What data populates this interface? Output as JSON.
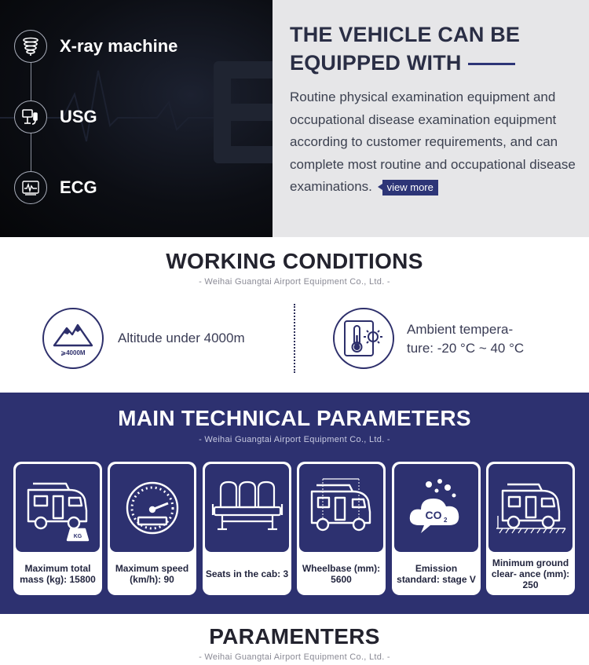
{
  "equipment": {
    "items": [
      {
        "label": "X-ray machine",
        "icon": "x-ray-machine-icon"
      },
      {
        "label": "USG",
        "icon": "ultrasound-icon"
      },
      {
        "label": "ECG",
        "icon": "ecg-monitor-icon"
      }
    ],
    "title": "THE VEHICLE CAN BE EQUIPPED WITH",
    "description": "Routine physical examination  equipment and occupational disease examination equipment according to customer requirements, and can complete most routine and occupational disease examinations.",
    "view_more": "view more"
  },
  "working_conditions": {
    "title": "WORKING CONDITIONS",
    "subtitle": "- Weihai Guangtai Airport Equipment Co., Ltd. -",
    "altitude": {
      "icon_label": "⩾4000M",
      "text": "Altitude under 4000m"
    },
    "temperature": {
      "text_line1": "Ambient tempera-",
      "text_line2": "ture: -20 °C ~ 40 °C"
    }
  },
  "technical": {
    "title": "MAIN TECHNICAL PARAMETERS",
    "subtitle": "- Weihai Guangtai Airport Equipment Co., Ltd. -",
    "cards": [
      {
        "caption": "Maximum total mass (kg): 15800",
        "badge": "KG",
        "icon": "camper-weight-icon"
      },
      {
        "caption": "Maximum speed (km/h): 90",
        "icon": "speedometer-icon"
      },
      {
        "caption": "Seats in the cab: 3",
        "icon": "seats-icon"
      },
      {
        "caption": "Wheelbase (mm): 5600",
        "icon": "wheelbase-icon"
      },
      {
        "caption": "Emission standard: stage V",
        "badge": "CO",
        "badge_sub": "2",
        "icon": "co2-cloud-icon"
      },
      {
        "caption": "Minimum ground clear- ance (mm): 250",
        "icon": "ground-clearance-icon"
      }
    ]
  },
  "parameters": {
    "title": "PARAMENTERS",
    "subtitle": "- Weihai Guangtai Airport Equipment Co., Ltd. -"
  },
  "colors": {
    "navy": "#2d3170",
    "light_gray": "#e6e6e8",
    "dark": "#0c0e14"
  }
}
